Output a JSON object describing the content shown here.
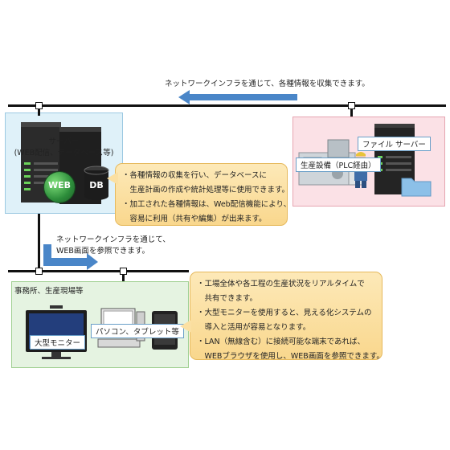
{
  "top_network_caption": "ネットワークインフラを通じて、各種情報を収集できます。",
  "mid_network_caption_line1": "ネットワークインフラを通じて、",
  "mid_network_caption_line2": "WEB画面を参照できます。",
  "server_panel": {
    "title_line1": "サーバー",
    "title_line2": "(WEB配信、データベース等)",
    "web_label": "WEB",
    "db_label": "DB"
  },
  "server_callout": [
    "・各種情報の収集を行い、データベースに",
    "　生産計画の作成や統計処理等に使用できます。",
    "・加工された各種情報は、Web配信機能により、",
    "　容易に利用（共有や編集）が出来ます。"
  ],
  "plc_panel": {
    "file_server_label": "ファイル サーバー",
    "equipment_label": "生産設備（PLC経由）"
  },
  "office_panel": {
    "title": "事務所、生産現場等",
    "monitor_label": "大型モニター",
    "pc_label": "パソコン、タブレット等"
  },
  "office_callout": [
    "・工場全体や各工程の生産状況をリアルタイムで",
    "　共有できます。",
    "・大型モニターを使用すると、見える化システムの",
    "　導入と活用が容易となります。",
    "・LAN（無線含む）に接続可能な端末であれば、",
    "　WEBブラウザを使用し、WEB画面を参照できます。"
  ],
  "colors": {
    "server_panel_bg": "#dff1f9",
    "plc_panel_bg": "#fbe1e6",
    "office_panel_bg": "#e5f3e1",
    "callout_bg": "#fbe0a3",
    "arrow_blue": "#4a86c8"
  }
}
